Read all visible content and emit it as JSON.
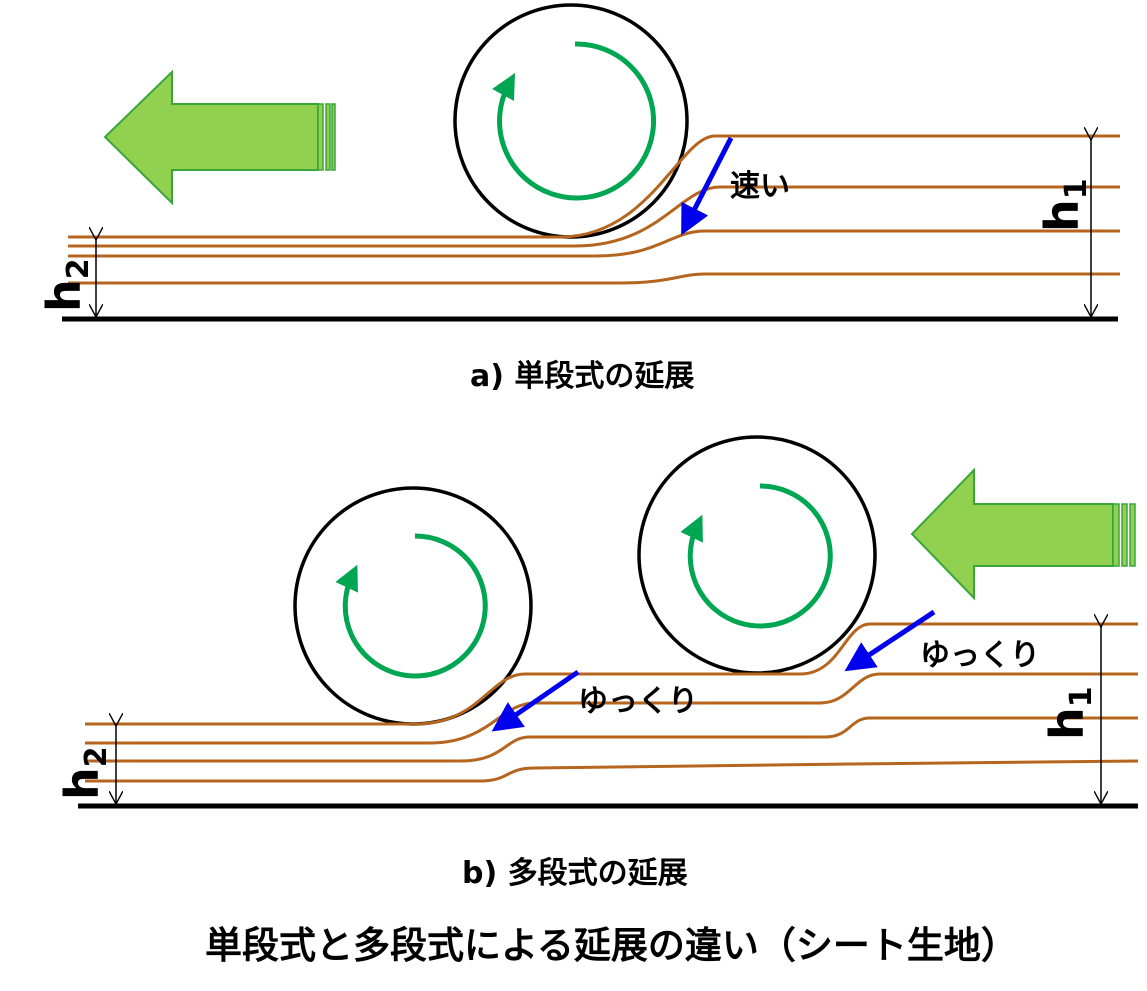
{
  "panel_a": {
    "caption": "a) 単段式の延展",
    "speed_label": "速い",
    "h1_base": "h",
    "h1_sub": "1",
    "h2_base": "h",
    "h2_sub": "2"
  },
  "panel_b": {
    "caption": "b) 多段式の延展",
    "speed_label_1": "ゆっくり",
    "speed_label_2": "ゆっくり",
    "h1_base": "h",
    "h1_sub": "1",
    "h2_base": "h",
    "h2_sub": "2"
  },
  "figure_title": "単段式と多段式による延展の違い（シート生地）",
  "colors": {
    "sheet": "#b5651d",
    "rotation_arrow": "#00a651",
    "flow_arrow": "#0000ee",
    "feed_arrow_fill": "#92d050",
    "feed_arrow_stroke": "#3aa53a",
    "base_line": "#000000"
  },
  "icons": [
    "roller-icon",
    "rotation-arrow-icon",
    "feed-direction-arrow-icon",
    "flow-arrow-icon",
    "dimension-arrow-icon"
  ]
}
